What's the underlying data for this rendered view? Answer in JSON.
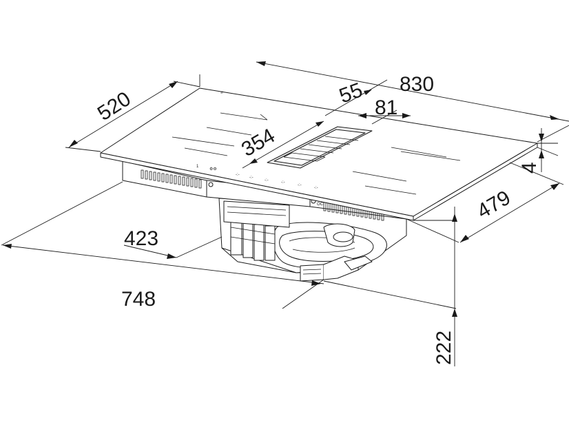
{
  "dimensions": {
    "d830": "830",
    "d520": "520",
    "d55": "55",
    "d81": "81",
    "d354": "354",
    "d4": "4",
    "d479": "479",
    "d423": "423",
    "d748": "748",
    "d222": "222"
  }
}
